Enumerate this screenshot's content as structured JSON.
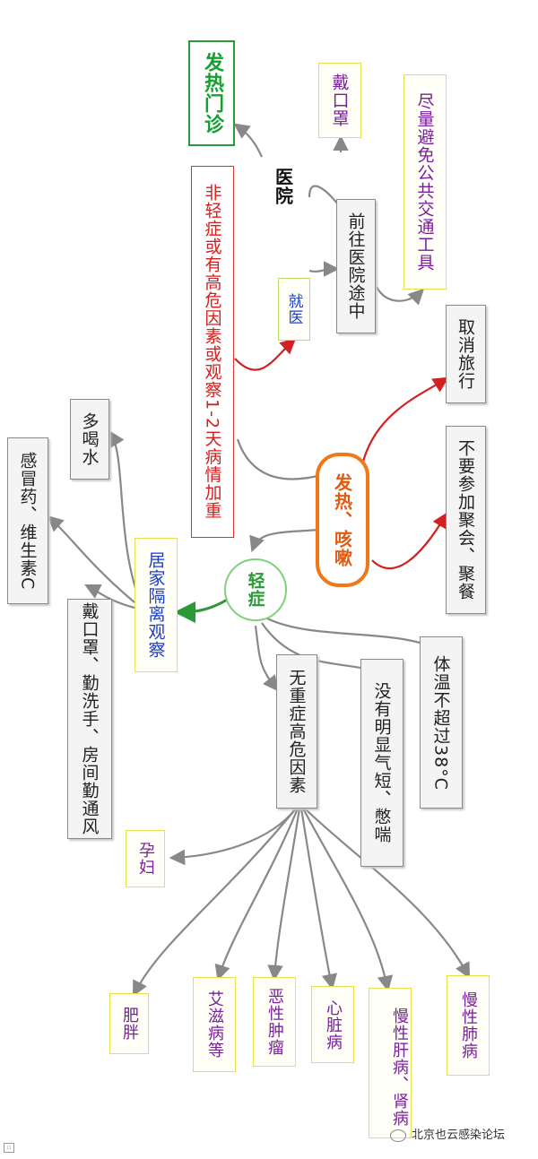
{
  "center": "发热、咳嗽",
  "mild": "轻症",
  "hospital_label": "医院",
  "fever_clinic": "发热门诊",
  "mask1": "戴口罩",
  "avoid_transit": "尽量避免公共交通工具",
  "on_way": "前往医院途中",
  "see_doctor": "就医",
  "severe_cond": "非轻症或有高危因素或观察1-2天病情加重",
  "cancel_trip": "取消旅行",
  "no_gathering": "不要参加聚会、聚餐",
  "drink_water": "多喝水",
  "cold_medicine": "感冒药、维生素C",
  "home_isolation": "居家隔离观察",
  "mask_wash": "戴口罩、勤洗手、房间勤通风",
  "temp": "体温不超过38°C",
  "no_short_breath": "没有明显气短、憋喘",
  "no_risk": "无重症高危因素",
  "pregnant": "孕妇",
  "obesity": "肥胖",
  "aids": "艾滋病等",
  "tumor": "恶性肿瘤",
  "heart": "心脏病",
  "liver_kidney": "慢性肝病、肾病",
  "lung": "慢性肺病",
  "watermark": "北京也云感染论坛",
  "colors": {
    "gray_line": "#888888",
    "red_line": "#d42020",
    "green_line": "#2a9a38",
    "orange": "#f07818",
    "purple_text": "#7a1f9c"
  }
}
